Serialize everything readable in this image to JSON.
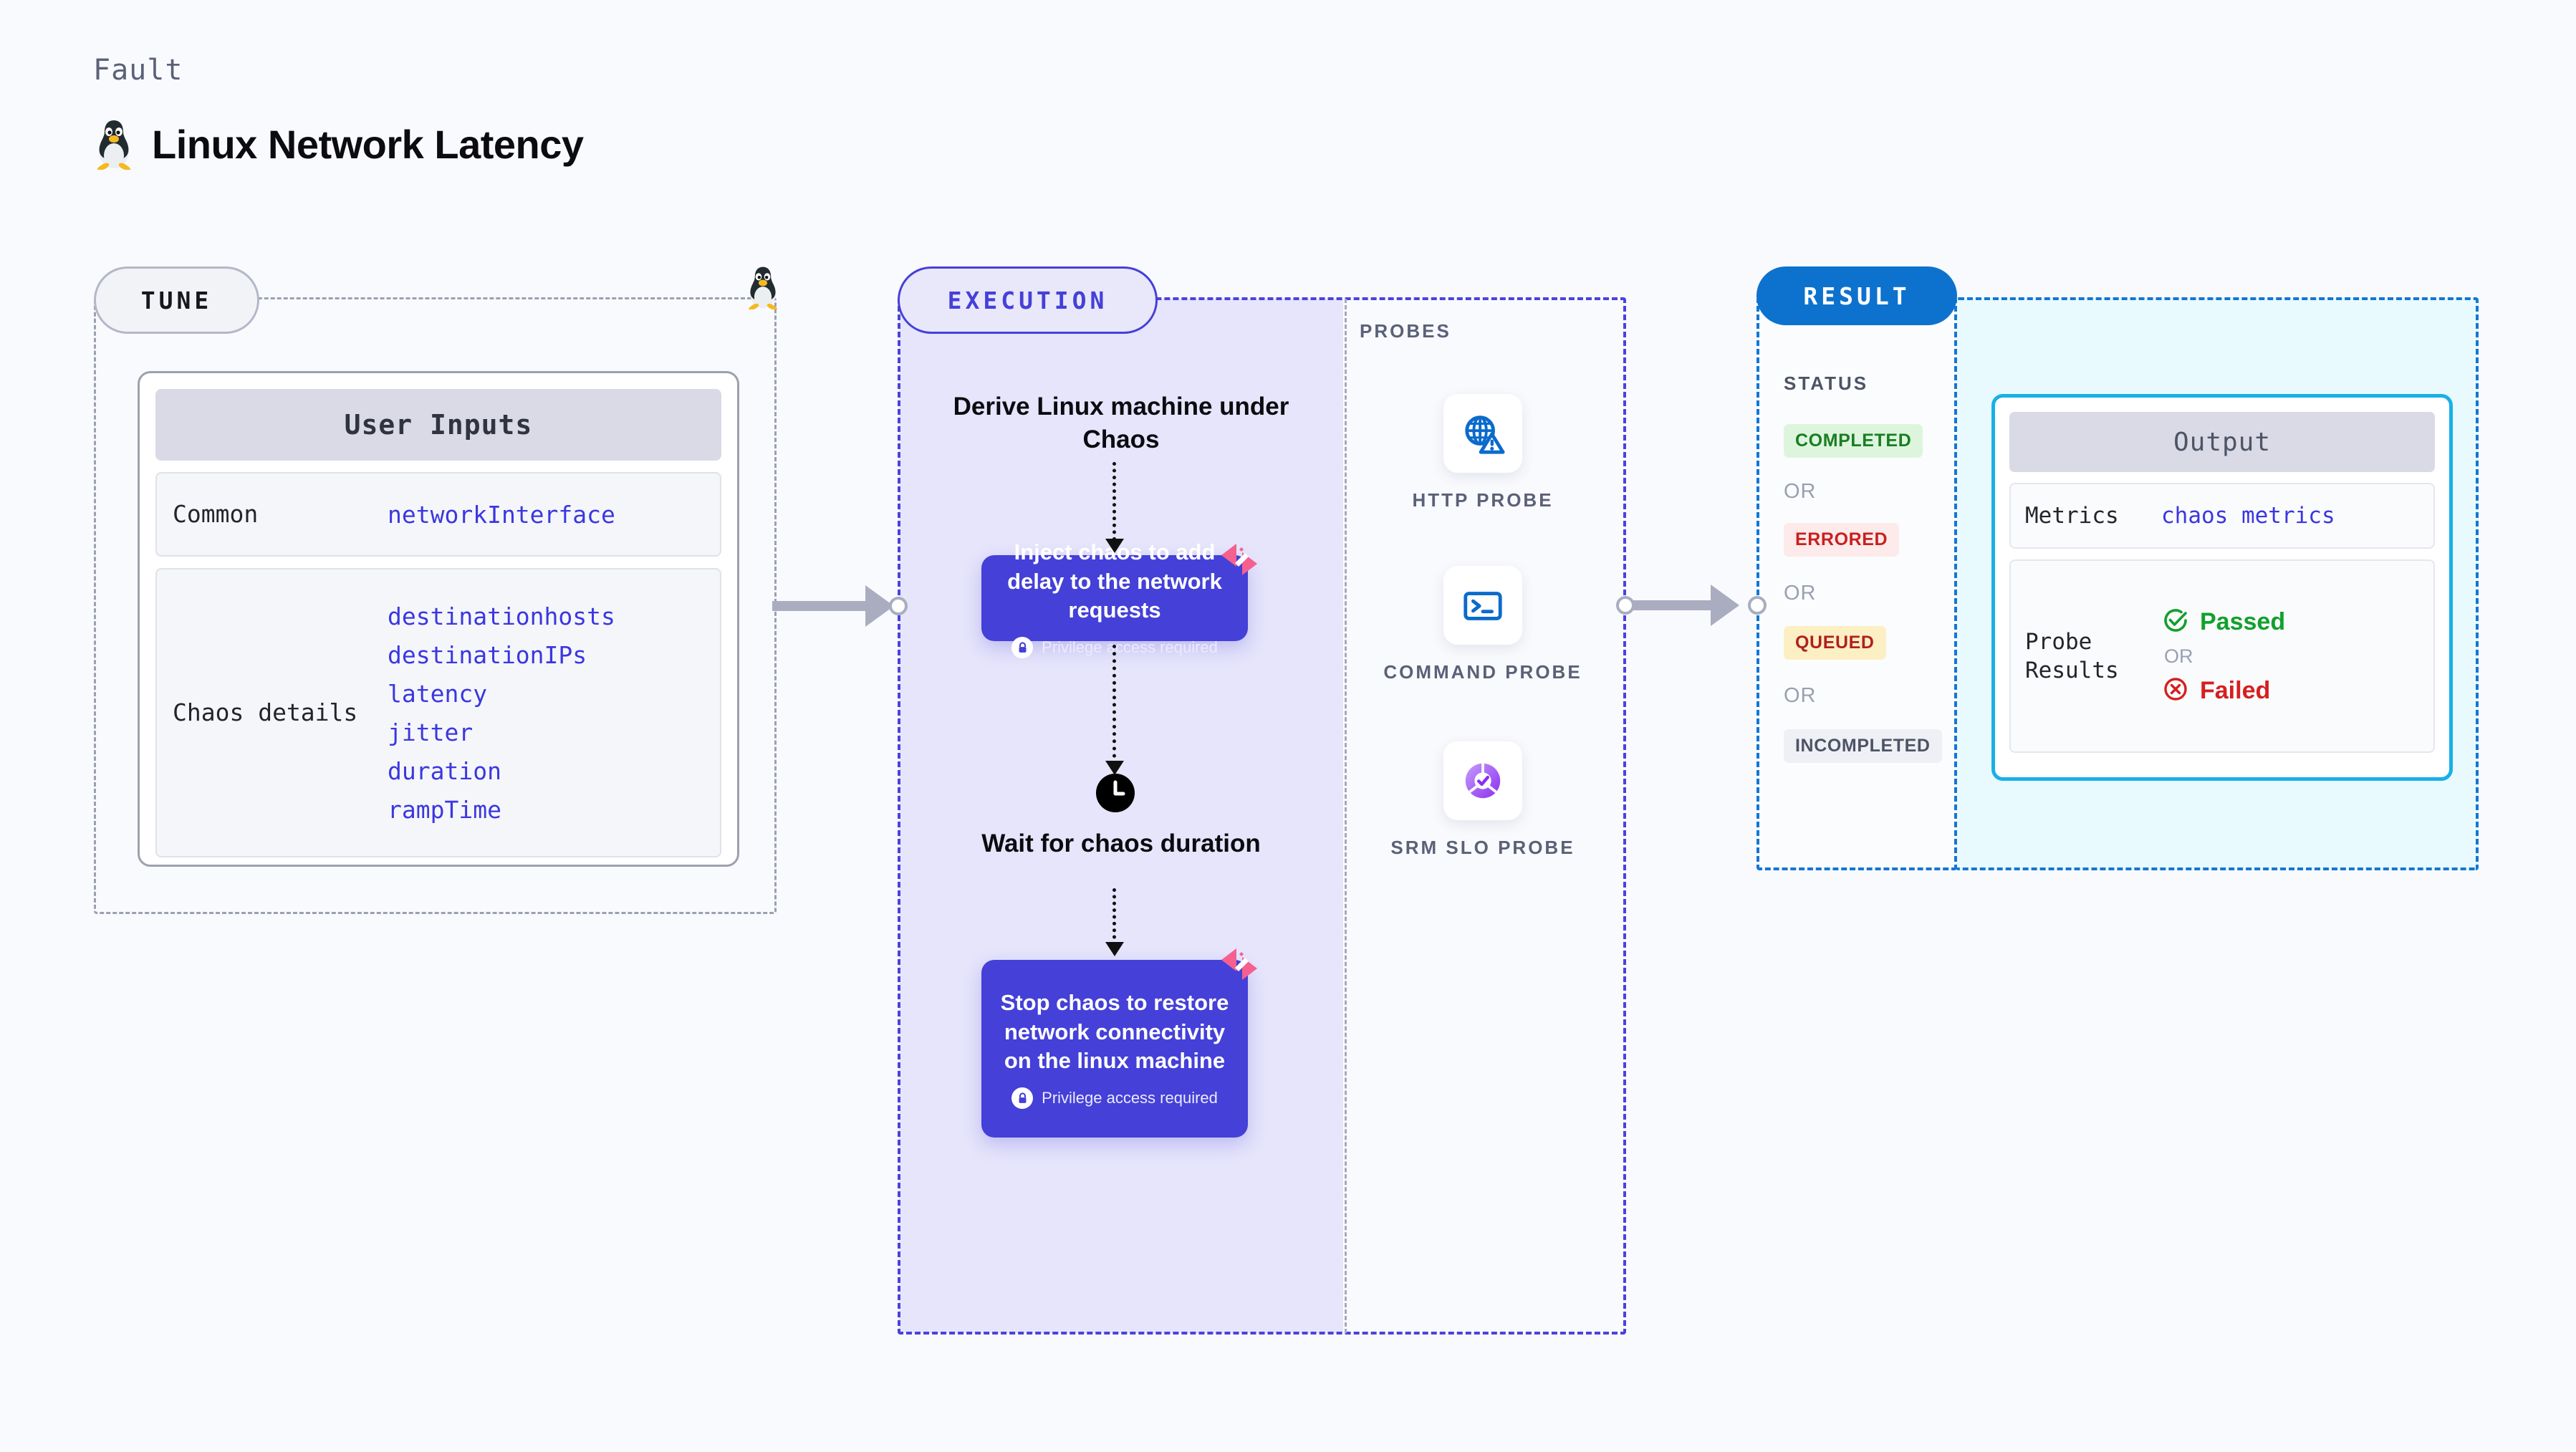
{
  "header": {
    "fault_label": "Fault",
    "title": "Linux Network Latency",
    "icon": "linux-penguin-icon"
  },
  "tune": {
    "stage_label": "TUNE",
    "card_title": "User Inputs",
    "rows": [
      {
        "label": "Common",
        "values": [
          "networkInterface"
        ]
      },
      {
        "label": "Chaos details",
        "values": [
          "destinationhosts",
          "destinationIPs",
          "latency",
          "jitter",
          "duration",
          "rampTime"
        ]
      }
    ]
  },
  "execution": {
    "stage_label": "EXECUTION",
    "derive_step": "Derive Linux machine under Chaos",
    "inject_step": {
      "title": "Inject chaos to add delay to the network requests",
      "privilege_note": "Privilege access required",
      "badge_icon": "harness-logo-icon",
      "lock_icon": "lock-icon"
    },
    "wait_step": {
      "label": "Wait for chaos duration",
      "icon": "clock-icon"
    },
    "stop_step": {
      "title": "Stop chaos to restore network connectivity on the linux machine",
      "privilege_note": "Privilege access required",
      "badge_icon": "harness-logo-icon",
      "lock_icon": "lock-icon"
    }
  },
  "probes": {
    "section_label": "PROBES",
    "items": [
      {
        "name": "HTTP PROBE",
        "icon": "globe-warning-icon"
      },
      {
        "name": "COMMAND PROBE",
        "icon": "terminal-icon"
      },
      {
        "name": "SRM SLO PROBE",
        "icon": "slo-donut-check-icon"
      }
    ]
  },
  "result": {
    "stage_label": "RESULT",
    "status_label": "STATUS",
    "or_label": "OR",
    "statuses": [
      {
        "label": "COMPLETED",
        "bg": "#ddf5dd",
        "fg": "#1a7d22"
      },
      {
        "label": "ERRORED",
        "bg": "#fdeaea",
        "fg": "#c91f1f"
      },
      {
        "label": "QUEUED",
        "bg": "#fcefc4",
        "fg": "#b02121"
      },
      {
        "label": "INCOMPLETED",
        "bg": "#eff0f5",
        "fg": "#4d5466"
      }
    ],
    "output": {
      "card_title": "Output",
      "metrics_label": "Metrics",
      "metrics_value": "chaos metrics",
      "probe_results_label": "Probe Results",
      "passed_label": "Passed",
      "failed_label": "Failed",
      "or_label": "OR",
      "passed_icon": "check-circle-icon",
      "failed_icon": "x-circle-icon"
    }
  },
  "colors": {
    "background": "#f9fafd",
    "execution_purple": "#4440d8",
    "execution_fill": "#e6e5fb",
    "result_blue": "#0d72ce",
    "output_cyan": "#19b0e8",
    "output_fill": "#e9fafe",
    "accent_link": "#3b37e0",
    "harness_pink": "#f4608f"
  }
}
